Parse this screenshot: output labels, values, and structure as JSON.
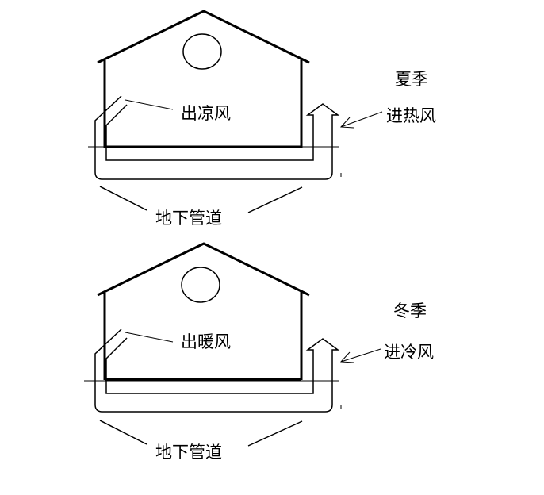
{
  "colors": {
    "line": "#000000",
    "background": "#ffffff"
  },
  "summer": {
    "season": "夏季",
    "inlet_label": "进热风",
    "outlet_label": "出凉风",
    "duct_label": "地下管道"
  },
  "winter": {
    "season": "冬季",
    "inlet_label": "进冷风",
    "outlet_label": "出暖风",
    "duct_label": "地下管道"
  }
}
